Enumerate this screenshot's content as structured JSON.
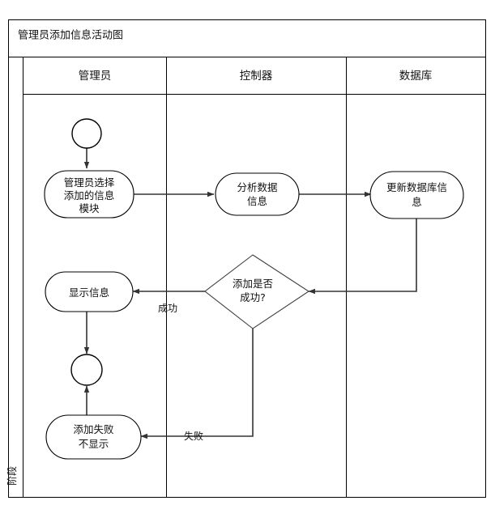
{
  "diagram": {
    "title": "管理员添加信息活动图",
    "phase_label": "阶段",
    "lanes": [
      {
        "id": "lane-admin",
        "label": "管理员"
      },
      {
        "id": "lane-controller",
        "label": "控制器"
      },
      {
        "id": "lane-database",
        "label": "数据库"
      }
    ],
    "nodes": [
      {
        "id": "start",
        "type": "start-node",
        "lane": "管理员",
        "label": ""
      },
      {
        "id": "select-module",
        "type": "activity",
        "lane": "管理员",
        "lines": [
          "管理员选择",
          "添加的信息",
          "模块"
        ]
      },
      {
        "id": "analyze-data",
        "type": "activity",
        "lane": "控制器",
        "lines": [
          "分析数据",
          "信息"
        ]
      },
      {
        "id": "update-db",
        "type": "activity",
        "lane": "数据库",
        "lines": [
          "更新数据库信",
          "息"
        ]
      },
      {
        "id": "add-success-decision",
        "type": "decision",
        "lane": "控制器",
        "lines": [
          "添加是否",
          "成功?"
        ]
      },
      {
        "id": "show-info",
        "type": "activity",
        "lane": "管理员",
        "lines": [
          "显示信息"
        ]
      },
      {
        "id": "end",
        "type": "end-node",
        "lane": "管理员",
        "label": ""
      },
      {
        "id": "add-failed",
        "type": "activity",
        "lane": "管理员",
        "lines": [
          "添加失败",
          "不显示"
        ]
      }
    ],
    "edges": [
      {
        "id": "e1",
        "from": "start",
        "to": "select-module",
        "label": ""
      },
      {
        "id": "e2",
        "from": "select-module",
        "to": "analyze-data",
        "label": ""
      },
      {
        "id": "e3",
        "from": "analyze-data",
        "to": "update-db",
        "label": ""
      },
      {
        "id": "e4",
        "from": "update-db",
        "to": "add-success-decision",
        "label": ""
      },
      {
        "id": "e5",
        "from": "add-success-decision",
        "to": "show-info",
        "label": "成功"
      },
      {
        "id": "e6",
        "from": "show-info",
        "to": "end",
        "label": ""
      },
      {
        "id": "e7",
        "from": "add-success-decision",
        "to": "add-failed",
        "label": "失败"
      },
      {
        "id": "e8",
        "from": "add-failed",
        "to": "end",
        "label": ""
      }
    ]
  },
  "colors": {
    "background": "#ffffff",
    "frame_stroke": "#000000",
    "node_stroke": "#000000",
    "flow_stroke": "#333333",
    "text": "#111111"
  }
}
